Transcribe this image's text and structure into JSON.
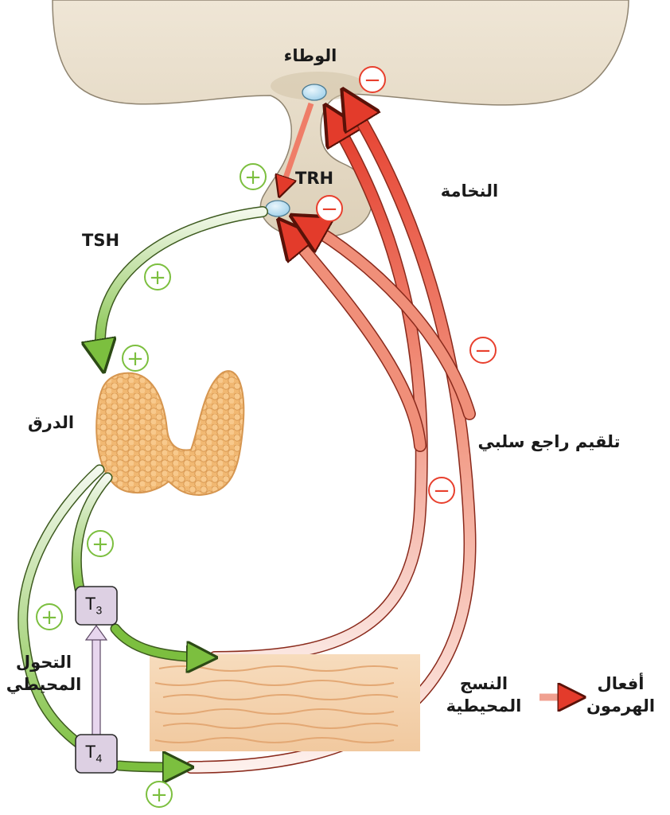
{
  "labels": {
    "hypothalamus": "الوطاء",
    "pituitary": "النخامة",
    "trh": "TRH",
    "tsh": "TSH",
    "thyroid": "الدرق",
    "negative_feedback": "تلقيم راجع سلبي",
    "peripheral_conversion_1": "التحول",
    "peripheral_conversion_2": "المحيطي",
    "peripheral_tissue_1": "النسج",
    "peripheral_tissue_2": "المحيطية",
    "hormone_actions_1": "أفعال",
    "hormone_actions_2": "الهرمون",
    "t3": "T",
    "t3_sub": "3",
    "t4": "T",
    "t4_sub": "4",
    "plus": "+",
    "minus": "−"
  },
  "colors": {
    "stimulation": "#7cbf3f",
    "inhibition": "#e8402e",
    "gland_tissue": "#e9dcc7",
    "thyroid": "#f2b46a",
    "tissue": "#f5d2ad",
    "conversion_arrow": "#c8a8d4",
    "box_fill": "#ddd0e3"
  }
}
